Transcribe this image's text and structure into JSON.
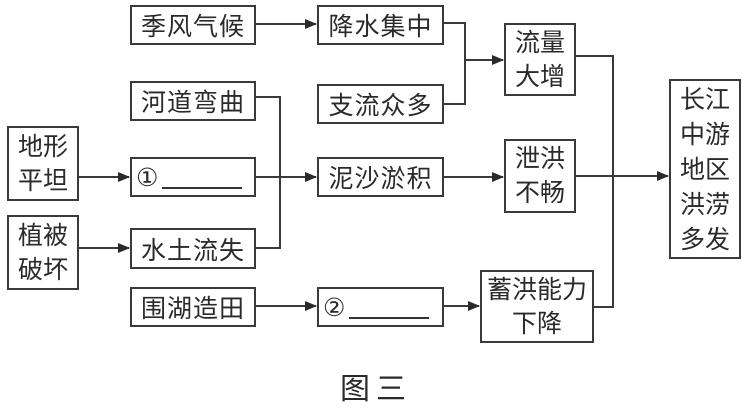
{
  "nodes": {
    "monsoon_climate": "季风气候",
    "concentrated_rainfall": "降水集中",
    "meandering_channel": "河道弯曲",
    "many_tributaries": "支流众多",
    "flow_surge": "流量大增",
    "flat_terrain": "地形平坦",
    "blank_1_marker": "①",
    "sediment_deposition": "泥沙淤积",
    "poor_flood_discharge": "泄洪不畅",
    "result": "长江中游地区洪涝多发",
    "vegetation_destruction": "植被破坏",
    "soil_erosion": "水土流失",
    "lake_reclamation": "围湖造田",
    "blank_2_marker": "②",
    "reduced_flood_storage": "蓄洪能力下降"
  },
  "caption": "图三",
  "line_color": "#3a3a3a"
}
